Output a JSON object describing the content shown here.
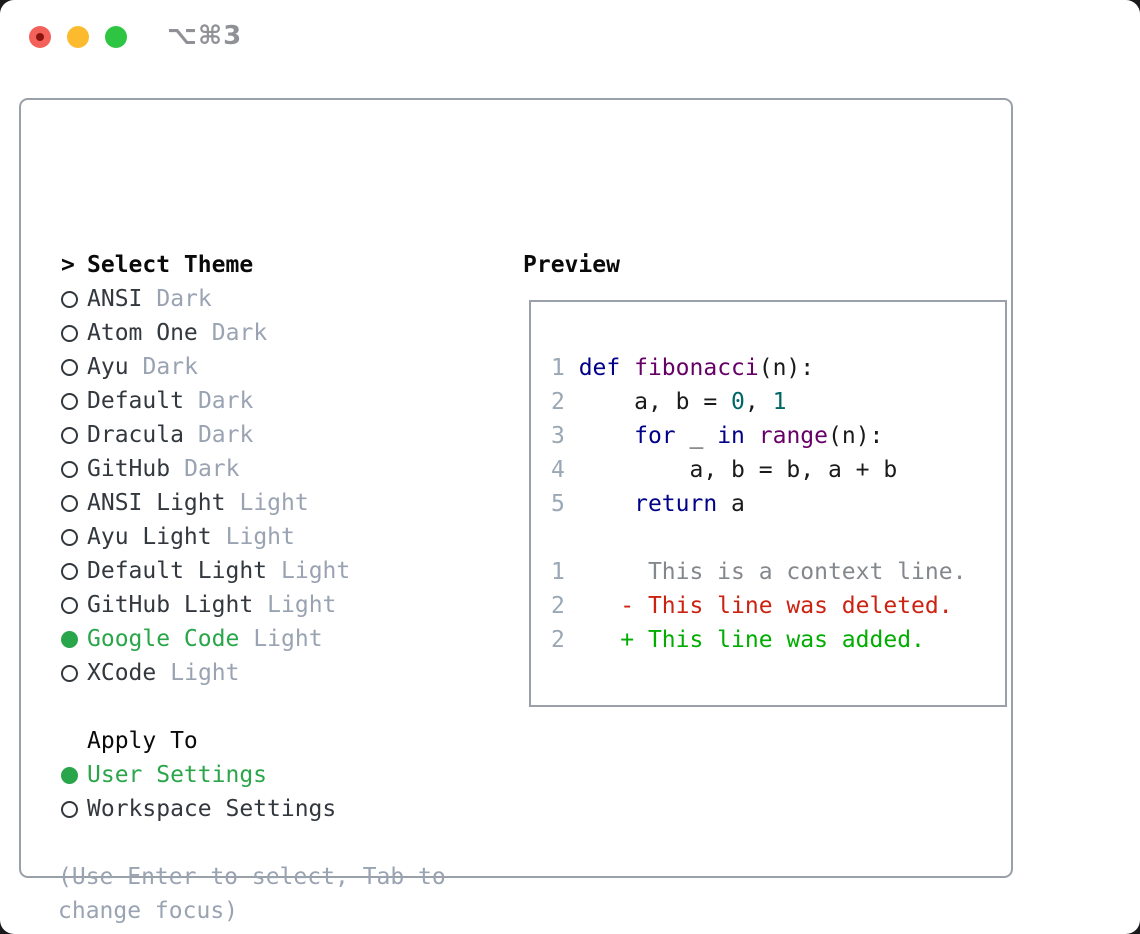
{
  "window": {
    "shortcut_label": "⌥⌘3"
  },
  "dialog": {
    "title_prefix": ">",
    "title": "Select Theme",
    "themes": [
      {
        "label": "ANSI",
        "variant": "Dark",
        "selected": false
      },
      {
        "label": "Atom One",
        "variant": "Dark",
        "selected": false
      },
      {
        "label": "Ayu",
        "variant": "Dark",
        "selected": false
      },
      {
        "label": "Default",
        "variant": "Dark",
        "selected": false
      },
      {
        "label": "Dracula",
        "variant": "Dark",
        "selected": false
      },
      {
        "label": "GitHub",
        "variant": "Dark",
        "selected": false
      },
      {
        "label": "ANSI Light",
        "variant": "Light",
        "selected": false
      },
      {
        "label": "Ayu Light",
        "variant": "Light",
        "selected": false
      },
      {
        "label": "Default Light",
        "variant": "Light",
        "selected": false
      },
      {
        "label": "GitHub Light",
        "variant": "Light",
        "selected": false
      },
      {
        "label": "Google Code",
        "variant": "Light",
        "selected": true
      },
      {
        "label": "XCode",
        "variant": "Light",
        "selected": false
      }
    ],
    "apply_to": {
      "title": "Apply To",
      "options": [
        {
          "label": "User Settings",
          "selected": true
        },
        {
          "label": "Workspace Settings",
          "selected": false
        }
      ]
    },
    "help_text": "(Use Enter to select, Tab to change focus)"
  },
  "preview": {
    "title": "Preview",
    "code_lines": [
      [
        [
          "1 ",
          "lineno"
        ],
        [
          "def",
          "keyword"
        ],
        [
          " ",
          "plain"
        ],
        [
          "fibonacci",
          "function"
        ],
        [
          "(n):",
          "plain"
        ]
      ],
      [
        [
          "2 ",
          "lineno"
        ],
        [
          "    a, b = ",
          "plain"
        ],
        [
          "0",
          "number"
        ],
        [
          ", ",
          "plain"
        ],
        [
          "1",
          "number"
        ]
      ],
      [
        [
          "3 ",
          "lineno"
        ],
        [
          "    ",
          "plain"
        ],
        [
          "for",
          "keyword"
        ],
        [
          " _ ",
          "plain"
        ],
        [
          "in",
          "keyword"
        ],
        [
          " ",
          "plain"
        ],
        [
          "range",
          "function"
        ],
        [
          "(n):",
          "plain"
        ]
      ],
      [
        [
          "4 ",
          "lineno"
        ],
        [
          "        a, b = b, a + b",
          "plain"
        ]
      ],
      [
        [
          "5 ",
          "lineno"
        ],
        [
          "    ",
          "plain"
        ],
        [
          "return",
          "keyword"
        ],
        [
          " a",
          "plain"
        ]
      ],
      [
        [
          "",
          "plain"
        ]
      ],
      [
        [
          "1",
          "lineno"
        ],
        [
          "      This is a context line.",
          "context"
        ]
      ],
      [
        [
          "2",
          "lineno"
        ],
        [
          "    ",
          "plain"
        ],
        [
          "- This line was deleted.",
          "deleted"
        ]
      ],
      [
        [
          "2",
          "lineno"
        ],
        [
          "    ",
          "plain"
        ],
        [
          "+ This line was added.",
          "added"
        ]
      ]
    ]
  },
  "colors": {
    "accent_green": "#2aa64a",
    "text_dark": "#33383e",
    "text_muted": "#9aa3b2",
    "border_gray": "#9aa0a8",
    "title_black": "#0a0a0a",
    "keyword_blue": "#000088",
    "function_purple": "#660066",
    "number_teal": "#006666",
    "line_number_gray": "#9aa7b5",
    "diff_context_gray": "#84888d",
    "diff_deleted_red": "#cc2211",
    "diff_added_green": "#00ad00",
    "code_plain": "#1a1a1a",
    "traffic_red": "#f4605a",
    "traffic_red_dot": "#8c1410",
    "traffic_yellow": "#fcbb2e",
    "traffic_green": "#2ec543",
    "shortcut_gray": "#8f9196"
  }
}
